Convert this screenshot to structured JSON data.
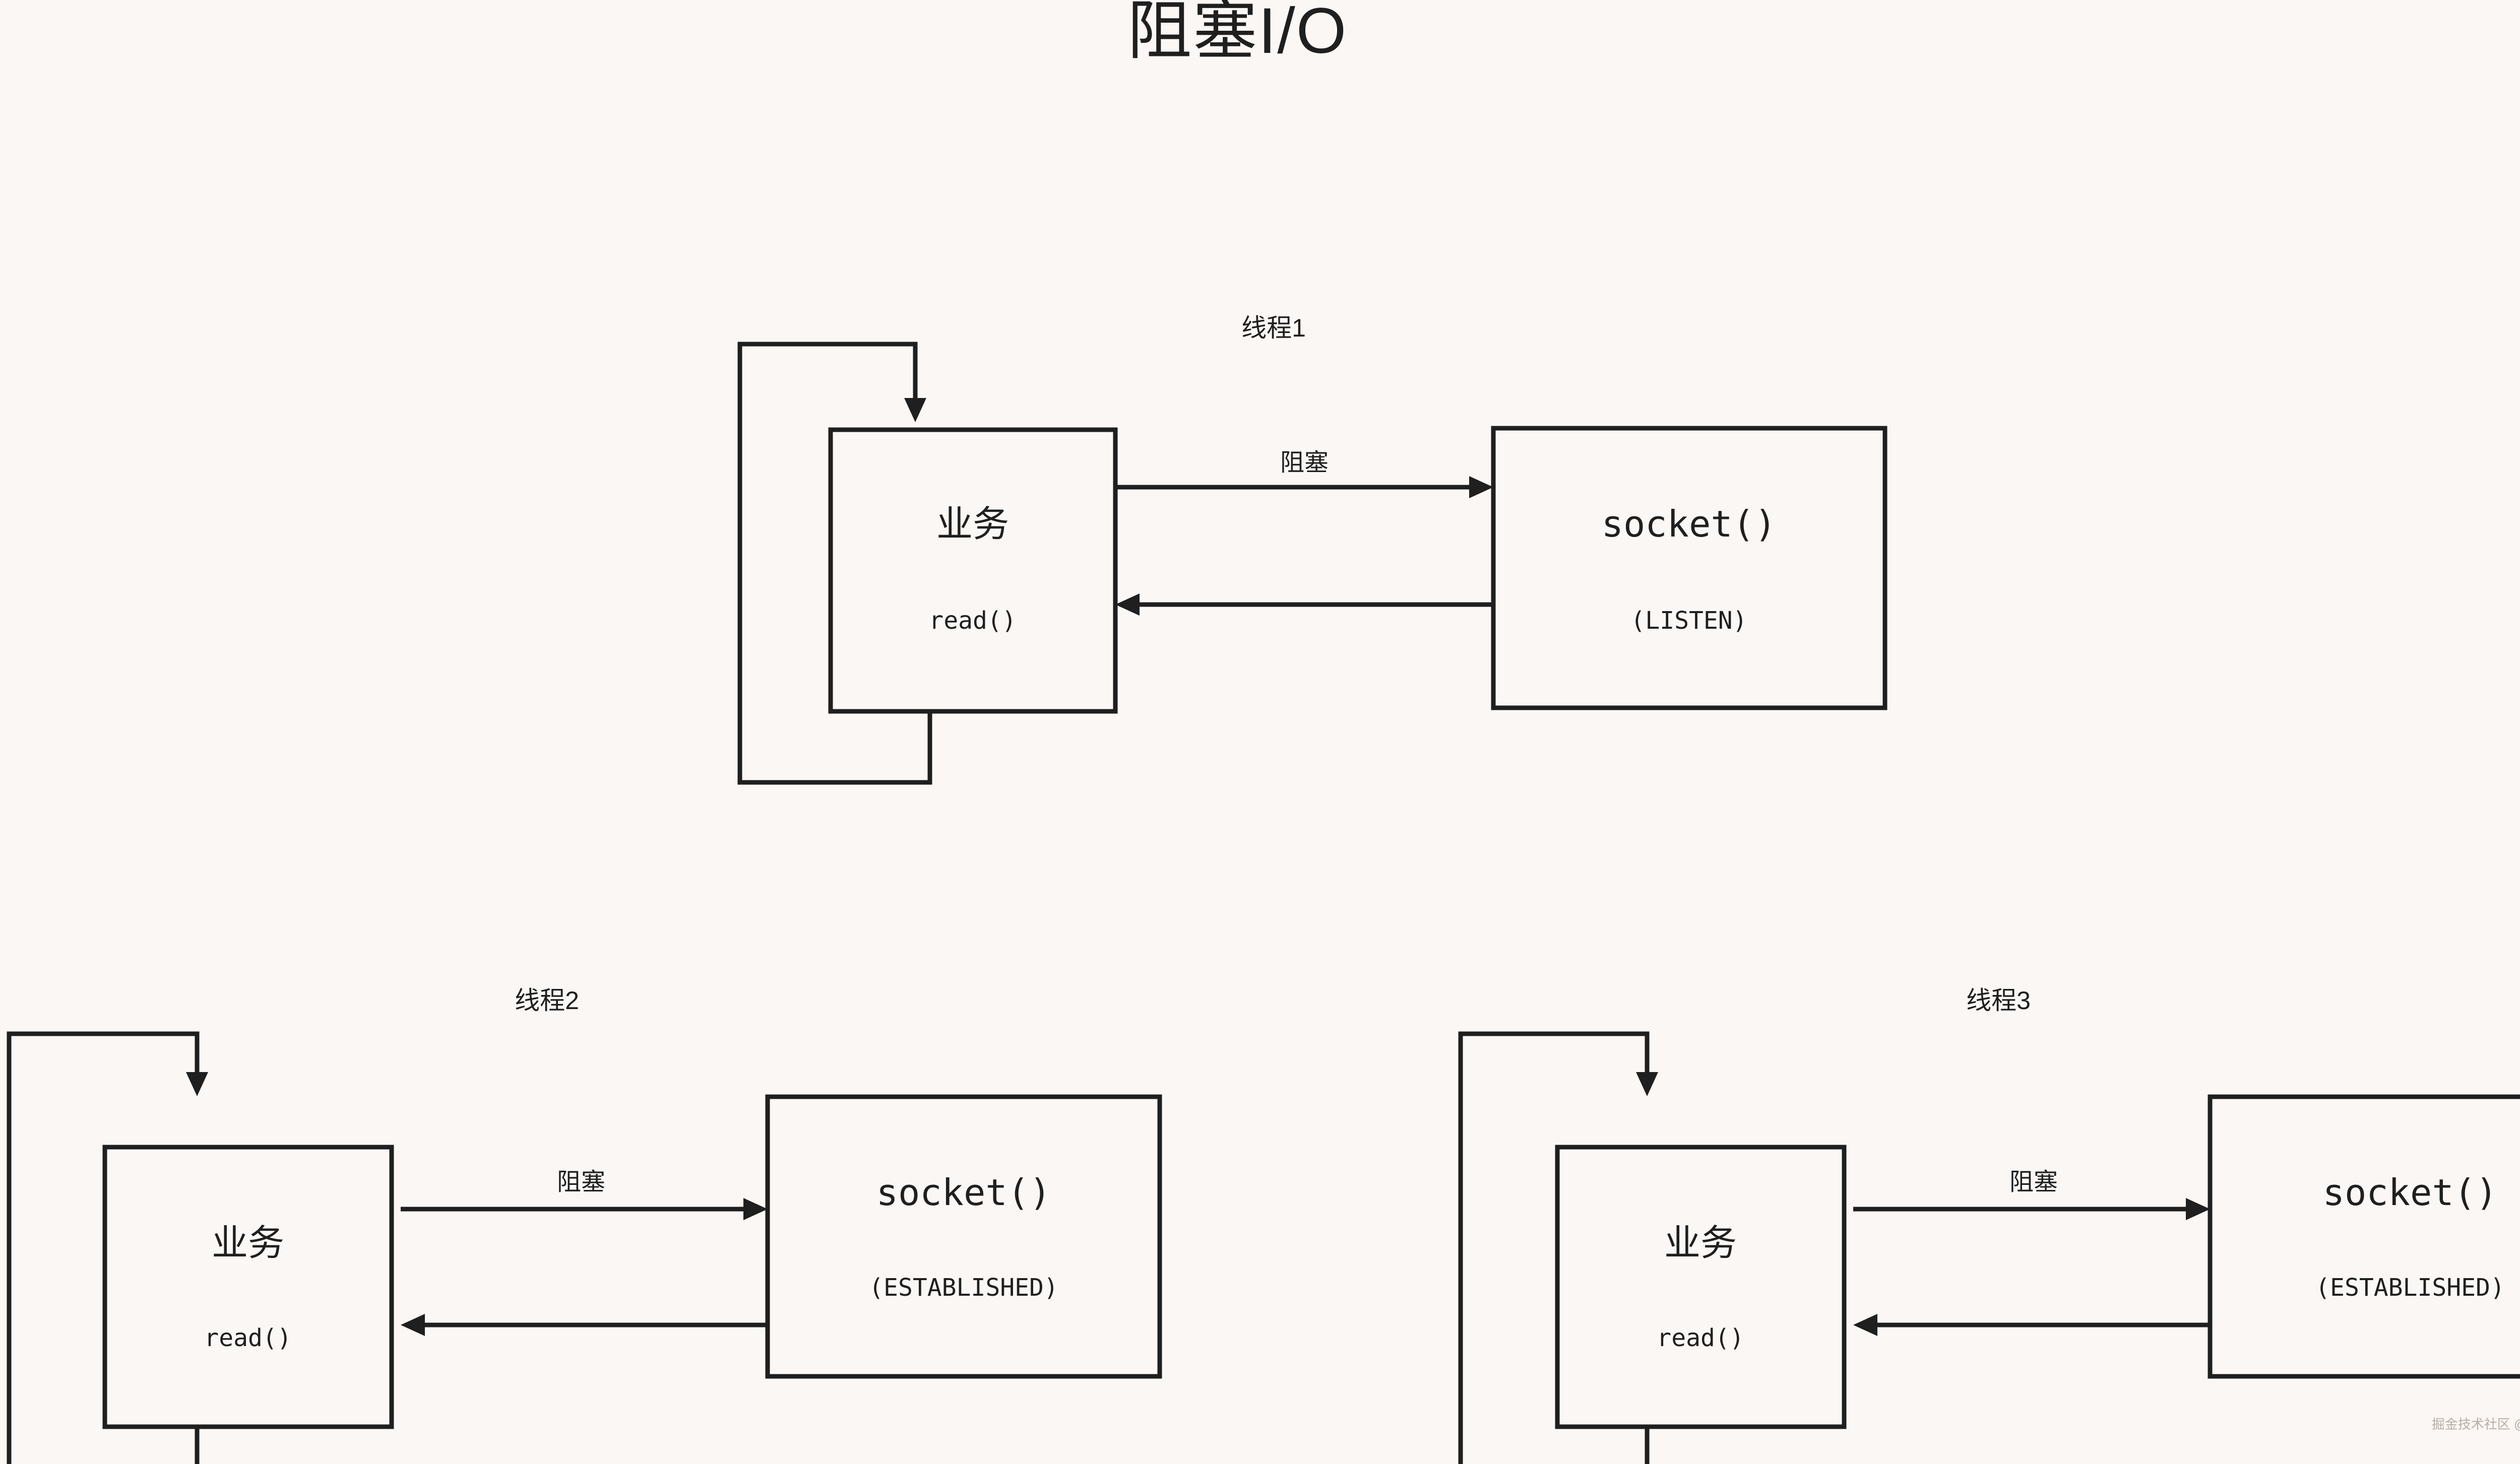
{
  "page": {
    "title": "阻塞I/O",
    "background_color": "#FBF7F4",
    "ink_color": "#1f1f1f"
  },
  "watermark": {
    "text": "掘金技术社区 @ uccs",
    "color": "#b6ada6"
  },
  "edge_label_text": "阻塞",
  "threads": [
    {
      "id": "thread-1",
      "label": "线程1",
      "business": {
        "title": "业务",
        "call": "read()"
      },
      "socket": {
        "title": "socket()",
        "state": "(LISTEN)"
      },
      "forward_edge_label": "阻塞",
      "loop_edge_label": ""
    },
    {
      "id": "thread-2",
      "label": "线程2",
      "business": {
        "title": "业务",
        "call": "read()"
      },
      "socket": {
        "title": "socket()",
        "state": "(ESTABLISHED)"
      },
      "forward_edge_label": "阻塞",
      "loop_edge_label": ""
    },
    {
      "id": "thread-3",
      "label": "线程3",
      "business": {
        "title": "业务",
        "call": "read()"
      },
      "socket": {
        "title": "socket()",
        "state": "(ESTABLISHED)"
      },
      "forward_edge_label": "阻塞",
      "loop_edge_label": ""
    }
  ]
}
